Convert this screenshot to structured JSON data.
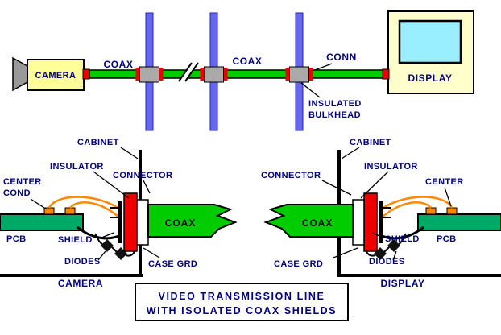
{
  "caption": {
    "line1": "VIDEO TRANSMISSION LINE",
    "line2": "WITH ISOLATED COAX SHIELDS"
  },
  "colors": {
    "label_navy": "#000080",
    "coax_green": "#00CC00",
    "pcb_green": "#00AA66",
    "bulkhead_blue": "#6666EE",
    "connector_red": "#EE0000",
    "camera_yellow": "#FFFF99",
    "display_yellow": "#FFFFCC",
    "screen_cyan": "#99EEFF",
    "wire_orange": "#FF8800",
    "connector_gray": "#AAAAAA",
    "lens_gray": "#999999"
  },
  "top_view": {
    "camera_label": "CAMERA",
    "coax_label_1": "COAX",
    "coax_label_2": "COAX",
    "conn_label": "CONN",
    "insulated_bulkhead": [
      "INSULATED",
      "BULKHEAD"
    ],
    "display_label": "DISPLAY"
  },
  "camera_detail": {
    "cabinet": "CABINET",
    "insulator": "INSULATOR",
    "center_cond": [
      "CENTER",
      "COND"
    ],
    "connector": "CONNECTOR",
    "coax": "COAX",
    "pcb": "PCB",
    "shield": "SHIELD",
    "diodes": "DIODES",
    "case_grd": "CASE GRD",
    "section_label": "CAMERA"
  },
  "display_detail": {
    "cabinet": "CABINET",
    "insulator": "INSULATOR",
    "center": "CENTER",
    "connector": "CONNECTOR",
    "coax": "COAX",
    "pcb": "PCB",
    "shield": "SHIELD",
    "diodes": "DIODES",
    "case_grd": "CASE GRD",
    "section_label": "DISPLAY"
  }
}
